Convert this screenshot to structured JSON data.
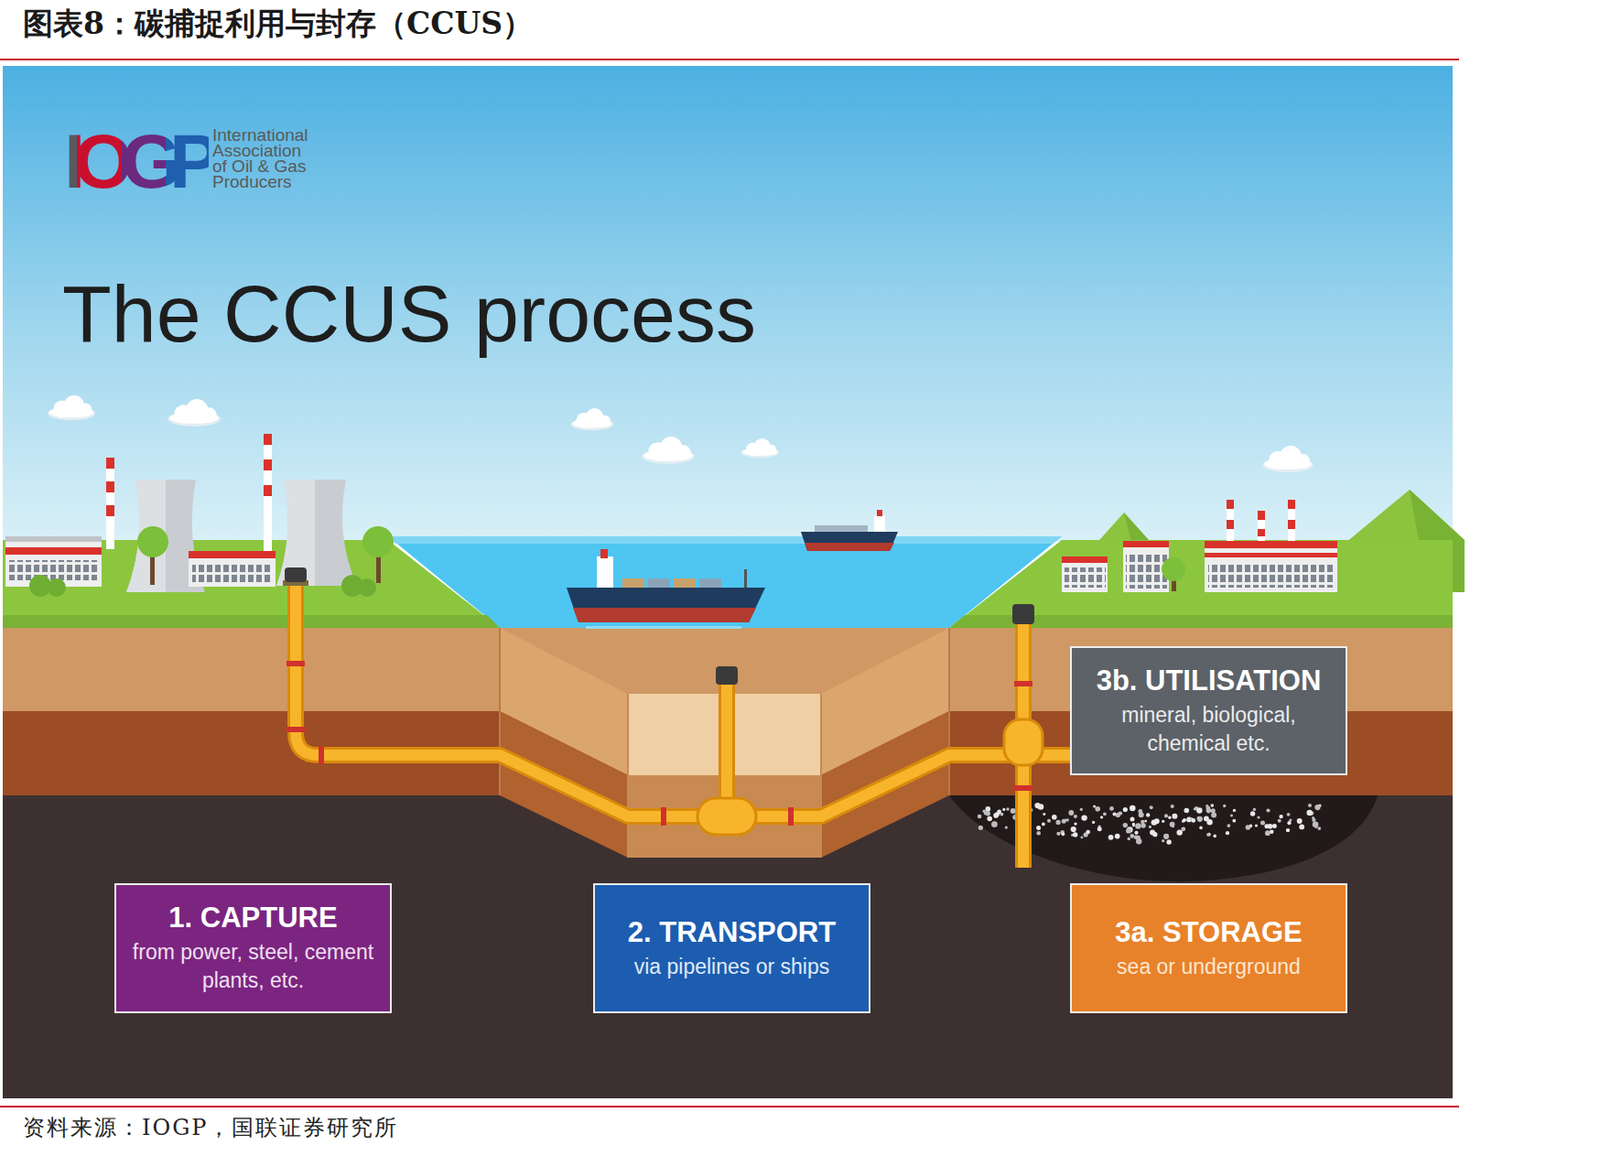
{
  "diagram": {
    "title": "图表8：碳捕捉利用与封存（CCUS）",
    "caption": "资料来源：IOGP，国联证券研究所",
    "nodes": [
      {
        "text": [
          "1. CAPTURE",
          "from power, steel, cement plants, etc."
        ]
      },
      {
        "text": [
          "2. TRANSPORT",
          "via pipelines or ships"
        ]
      },
      {
        "text": [
          "3a. STORAGE",
          "sea or underground"
        ]
      },
      {
        "text": [
          "3b. UTILISATION",
          "mineral, biological, chemical etc."
        ]
      }
    ],
    "labels": [
      "IOGP",
      "International Association of Oil & Gas Producers",
      "The CCUS process"
    ]
  }
}
